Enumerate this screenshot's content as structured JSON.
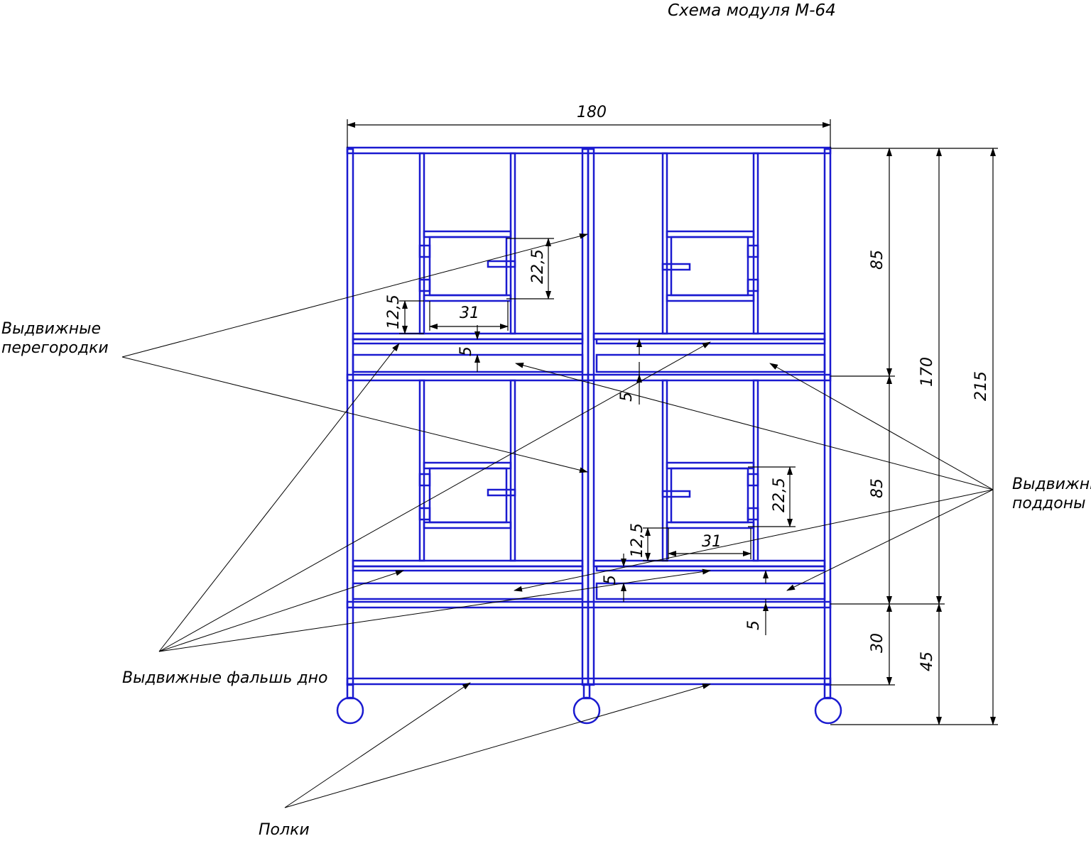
{
  "title": "Схема модуля М-64",
  "labels": {
    "partitions_line1": "Выдвижные",
    "partitions_line2": "перегородки",
    "trays_line1": "Выдвижные",
    "trays_line2": "поддоны",
    "false_bottom": "Выдвижные фальшь дно",
    "shelves": "Полки"
  },
  "dimensions": {
    "width_total": "180",
    "upper_section": "85",
    "lower_section": "85",
    "cages_height": "170",
    "total_height": "215",
    "base_height": "30",
    "legs_height": "45",
    "nest_height_upper": "22,5",
    "nest_height_lower": "22,5",
    "nest_width_upper": "31",
    "nest_width_lower": "31",
    "nest_offset_upper": "12,5",
    "nest_offset_lower": "12,5",
    "gap_upper_left": "5",
    "gap_upper_right": "5",
    "gap_lower_left": "5",
    "gap_lower_right": "5"
  },
  "colors": {
    "frame": "#1a1ad0",
    "lines": "#000000"
  }
}
